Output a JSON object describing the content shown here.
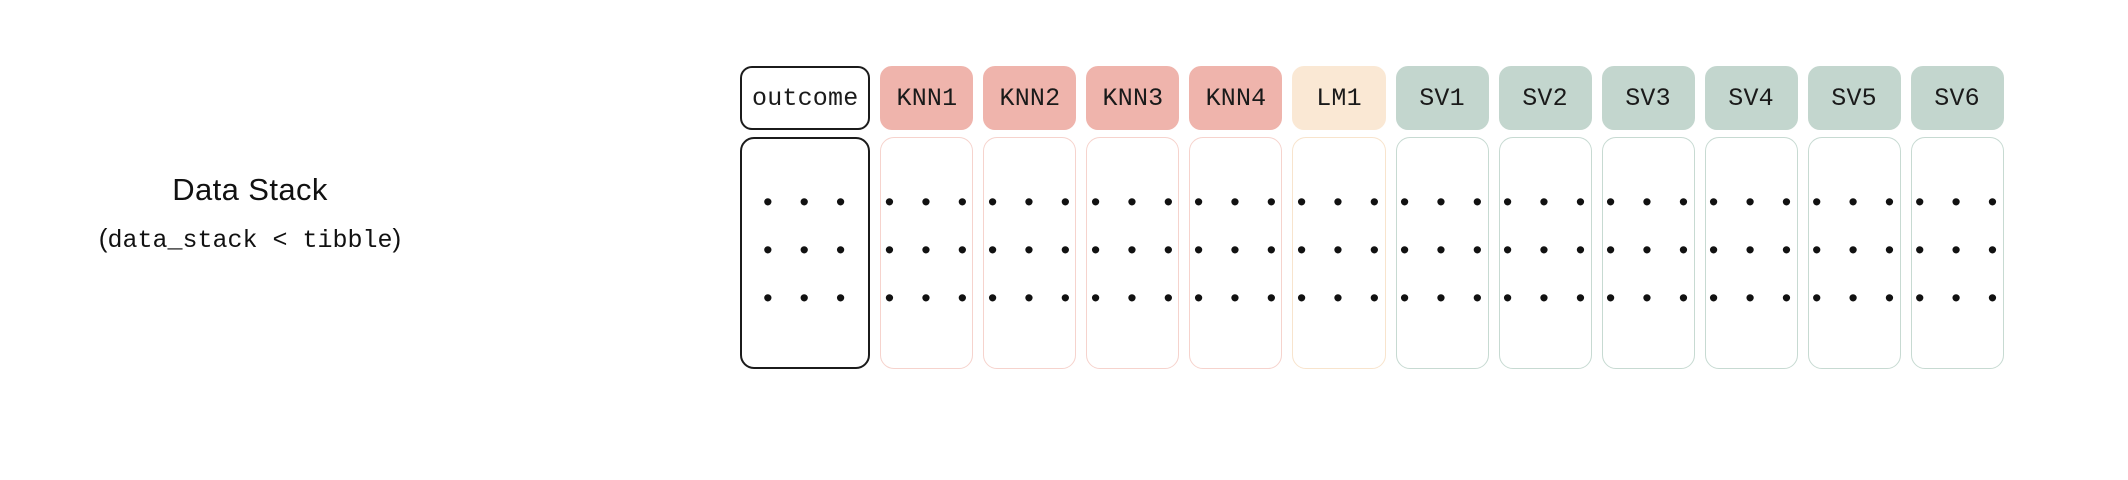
{
  "label": {
    "title": "Data Stack",
    "subtitle_open": "(",
    "subtitle_code": "data_stack < tibble",
    "subtitle_close": ")"
  },
  "table": {
    "cell_dots": "• • •",
    "rows_per_column": 3,
    "columns": [
      {
        "label": "outcome",
        "kind": "outcome",
        "fill": "#ffffff",
        "border": "#1b1b1b",
        "body_border": "#1b1b1b"
      },
      {
        "label": "KNN1",
        "kind": "knn",
        "fill": "#efb4ac",
        "border": "#efb4ac",
        "body_border": "#f6d3cd"
      },
      {
        "label": "KNN2",
        "kind": "knn",
        "fill": "#efb4ac",
        "border": "#efb4ac",
        "body_border": "#f6d3cd"
      },
      {
        "label": "KNN3",
        "kind": "knn",
        "fill": "#efb4ac",
        "border": "#efb4ac",
        "body_border": "#f6d3cd"
      },
      {
        "label": "KNN4",
        "kind": "knn",
        "fill": "#efb4ac",
        "border": "#efb4ac",
        "body_border": "#f6d3cd"
      },
      {
        "label": "LM1",
        "kind": "lm",
        "fill": "#fae8d4",
        "border": "#fae8d4",
        "body_border": "#f8e4cd"
      },
      {
        "label": "SV1",
        "kind": "sv",
        "fill": "#c3d6ce",
        "border": "#c3d6ce",
        "body_border": "#c7dad2"
      },
      {
        "label": "SV2",
        "kind": "sv",
        "fill": "#c3d6ce",
        "border": "#c3d6ce",
        "body_border": "#c7dad2"
      },
      {
        "label": "SV3",
        "kind": "sv",
        "fill": "#c3d6ce",
        "border": "#c3d6ce",
        "body_border": "#c7dad2"
      },
      {
        "label": "SV4",
        "kind": "sv",
        "fill": "#c3d6ce",
        "border": "#c3d6ce",
        "body_border": "#c7dad2"
      },
      {
        "label": "SV5",
        "kind": "sv",
        "fill": "#c3d6ce",
        "border": "#c3d6ce",
        "body_border": "#c7dad2"
      },
      {
        "label": "SV6",
        "kind": "sv",
        "fill": "#c3d6ce",
        "border": "#c3d6ce",
        "body_border": "#c7dad2"
      }
    ]
  },
  "palette": {
    "background": "#ffffff",
    "text": "#111111",
    "knn_accent": "#efb4ac",
    "lm_accent": "#fae8d4",
    "sv_accent": "#c3d6ce",
    "outcome_accent": "#1b1b1b"
  }
}
